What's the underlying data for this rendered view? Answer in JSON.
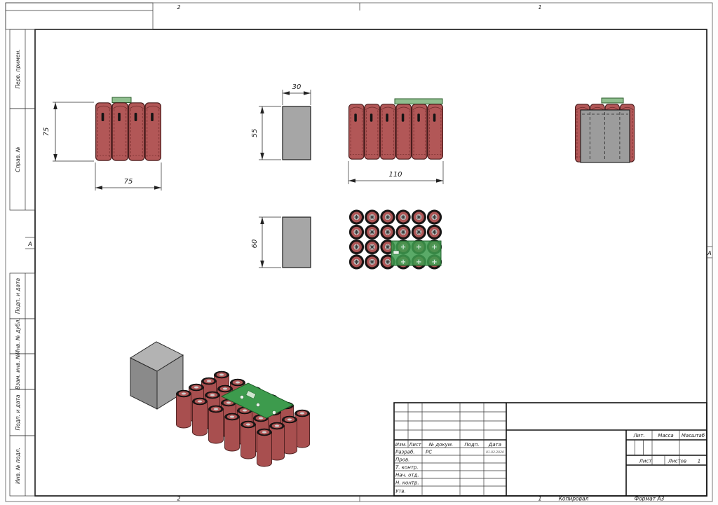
{
  "frame": {
    "zones": {
      "top_left": "2",
      "top_right": "1",
      "bottom_left": "2",
      "bottom_right": "1"
    },
    "zone_row_left": "А",
    "zone_row_right": "А",
    "footer": {
      "copied": "Копировал",
      "format": "Формат A3"
    }
  },
  "margin_columns": {
    "labels": [
      "Перв. примен.",
      "Справ. №",
      "Подп. и дата",
      "Инв. № дубл.",
      "Взам. инв. №",
      "Подп. и дата",
      "Инв. № подл."
    ]
  },
  "title_block": {
    "revision_header": {
      "izm": "Изм.",
      "list": "Лист",
      "doc": "№ докум.",
      "podp": "Подп.",
      "data": "Дата"
    },
    "roles": [
      "Разраб.",
      "Пров.",
      "Т. контр.",
      "Нач. отд.",
      "Н. контр.",
      "Утв."
    ],
    "developer_name": "РС",
    "developer_date": "01.02.2020",
    "lit": "Лит.",
    "massa": "Масса",
    "masshtab": "Масштаб",
    "list": "Лист",
    "listov": "Листов",
    "listov_value": "1"
  },
  "dimensions": {
    "front_h": "75",
    "front_w": "75",
    "side_w": "30",
    "side_h": "55",
    "front2_w": "110",
    "side2_h": "60"
  },
  "colors": {
    "battery_body": "#b25757",
    "battery_ring": "#ad5656",
    "bms_green": "#3d9b4d",
    "case_gray": "#9c9c9c"
  }
}
